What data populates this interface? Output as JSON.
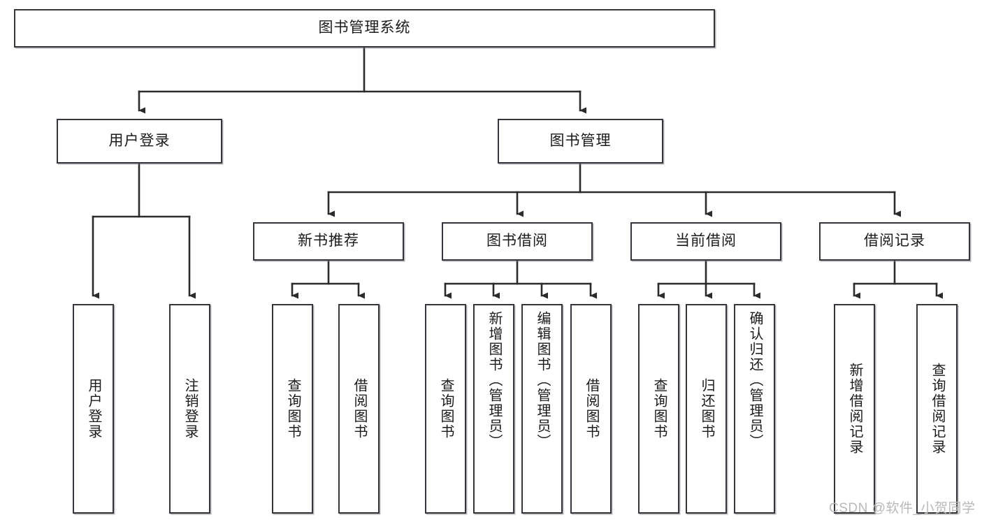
{
  "diagram": {
    "title": "图书管理系统",
    "type": "tree-hierarchy-diagram",
    "root": {
      "id": "root",
      "label": "图书管理系统"
    },
    "level2": [
      {
        "id": "user-login",
        "label": "用户登录"
      },
      {
        "id": "book-management",
        "label": "图书管理"
      }
    ],
    "level3": [
      {
        "id": "new-book-recommend",
        "label": "新书推荐"
      },
      {
        "id": "book-borrow",
        "label": "图书借阅"
      },
      {
        "id": "current-borrow",
        "label": "当前借阅"
      },
      {
        "id": "borrow-record",
        "label": "借阅记录"
      }
    ],
    "leaves": [
      {
        "id": "leaf-user-login",
        "label": "用户登录",
        "parent": "用户登录"
      },
      {
        "id": "leaf-user-logout",
        "label": "注销登录",
        "parent": "用户登录"
      },
      {
        "id": "leaf-query-book-1",
        "label": "查询图书",
        "parent": "新书推荐"
      },
      {
        "id": "leaf-borrow-book-1",
        "label": "借阅图书",
        "parent": "新书推荐"
      },
      {
        "id": "leaf-query-book-2",
        "label": "查询图书",
        "parent": "图书借阅"
      },
      {
        "id": "leaf-add-book",
        "label": "新增图书（管理员）",
        "parent": "图书借阅"
      },
      {
        "id": "leaf-edit-book",
        "label": "编辑图书（管理员）",
        "parent": "图书借阅"
      },
      {
        "id": "leaf-borrow-book-2",
        "label": "借阅图书",
        "parent": "图书借阅"
      },
      {
        "id": "leaf-query-book-3",
        "label": "查询图书",
        "parent": "当前借阅"
      },
      {
        "id": "leaf-return-book",
        "label": "归还图书",
        "parent": "当前借阅"
      },
      {
        "id": "leaf-confirm-return",
        "label": "确认归还（管理员）",
        "parent": "当前借阅"
      },
      {
        "id": "leaf-add-record",
        "label": "新增借阅记录",
        "parent": "借阅记录"
      },
      {
        "id": "leaf-query-record",
        "label": "查询借阅记录",
        "parent": "借阅记录"
      }
    ],
    "watermark": "CSDN @软件_小贺同学",
    "colors": {
      "box_border": "#33373b",
      "box_fill": "#ffffff",
      "connector": "#2b2b2b",
      "text": "#1b1b1b",
      "watermark": "#b8b8b8",
      "background": "#ffffff"
    }
  }
}
